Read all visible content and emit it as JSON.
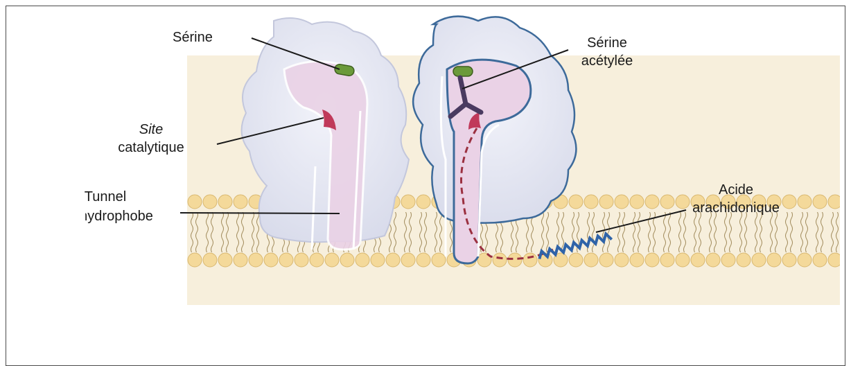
{
  "labels": {
    "serine": "Sérine",
    "site_line1": "Site",
    "site_line2": "catalytique",
    "tunnel_line1": "Tunnel",
    "tunnel_line2": "hydrophobe",
    "serine_acetylee_line1": "Sérine",
    "serine_acetylee_line2": "acétylée",
    "acide_line1": "Acide",
    "acide_line2": "arachidonique"
  },
  "colors": {
    "membrane_head": "#f3dca7",
    "membrane_band": "#f6ead0",
    "enzyme_fill": "#e6e8f4",
    "enzyme_outline": "#c9cde0",
    "channel_fill": "#e9cde3",
    "serine_green": "#6b9a3a",
    "catalytic_red": "#c0395a",
    "acetyl_purple": "#4a3a60",
    "blue_outline": "#3d6a9a",
    "fatty_acid_blue": "#2f63a8",
    "dashed_path": "#9b3040",
    "leader_line": "#1a1a1a"
  }
}
